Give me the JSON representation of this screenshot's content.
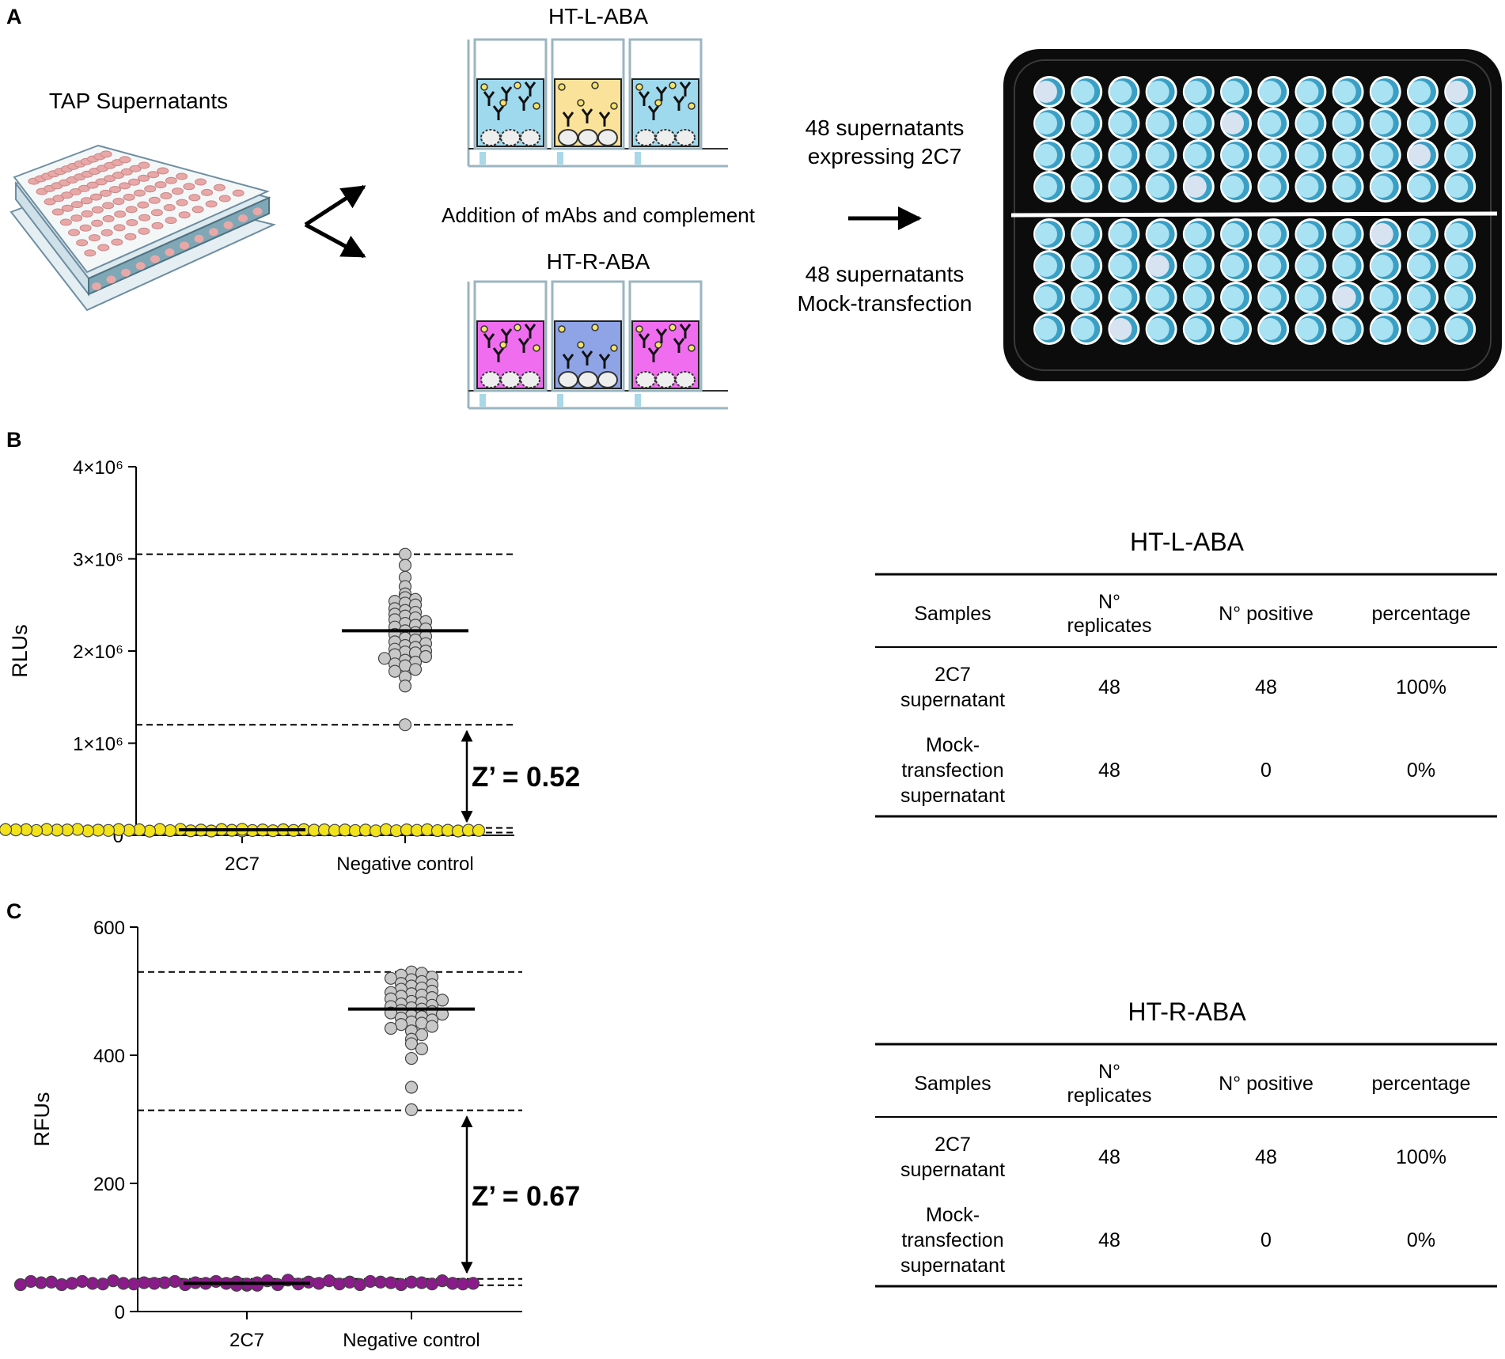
{
  "panel_a": {
    "letter": "A",
    "source_label": "TAP Supernatants",
    "assay_top_label": "HT-L-ABA",
    "assay_bottom_label": "HT-R-ABA",
    "middle_caption": "Addition of mAbs and complement",
    "plate_top_line1": "48 supernatants",
    "plate_top_line2": "expressing 2C7",
    "plate_bottom_line1": "48 supernatants",
    "plate_bottom_line2": "Mock-transfection",
    "colors": {
      "plate_wells": "#e9a8a8",
      "well_blue": "#9fd9ee",
      "well_yellow": "#fbe29a",
      "well_pink": "#f06df0",
      "well_periwinkle": "#8fa4e6",
      "plate_frame": "#000000"
    }
  },
  "panel_b": {
    "letter": "B",
    "z_label": "Z’ = 0.52"
  },
  "panel_c": {
    "letter": "C",
    "z_label": "Z’ = 0.67"
  },
  "chart_data": [
    {
      "type": "scatter",
      "panel": "B",
      "ylabel": "RLUs",
      "ylim": [
        0,
        4000000
      ],
      "yticks": [
        "0",
        "1×10⁶",
        "2×10⁶",
        "3×10⁶",
        "4×10⁶"
      ],
      "categories": [
        "2C7",
        "Negative control"
      ],
      "series": [
        {
          "name": "2C7",
          "color": "#f2e21a",
          "mean": 60000,
          "values": [
            48000,
            52000,
            55000,
            58000,
            62000,
            50000,
            47000,
            65000,
            60000,
            57000,
            53000,
            49000,
            61000,
            64000,
            56000,
            51000,
            59000,
            63000,
            54000,
            46000,
            58000,
            60000,
            52000,
            55000,
            57000,
            62000,
            49000,
            53000,
            61000,
            56000,
            50000,
            48000,
            59000,
            64000,
            54000,
            58000,
            60000,
            57000,
            51000,
            63000,
            55000,
            52000,
            47000,
            61000,
            56000,
            59000,
            53000,
            62000
          ]
        },
        {
          "name": "Negative control",
          "color": "#c8c8c8",
          "mean": 2220000,
          "values": [
            3050000,
            2930000,
            2800000,
            2700000,
            2620000,
            2580000,
            2560000,
            2540000,
            2520000,
            2500000,
            2460000,
            2440000,
            2420000,
            2400000,
            2380000,
            2360000,
            2340000,
            2320000,
            2300000,
            2280000,
            2260000,
            2240000,
            2220000,
            2200000,
            2180000,
            2160000,
            2140000,
            2120000,
            2100000,
            2080000,
            2060000,
            2040000,
            2020000,
            2000000,
            1990000,
            1980000,
            1960000,
            1940000,
            1920000,
            1900000,
            1880000,
            1860000,
            1840000,
            1800000,
            1780000,
            1720000,
            1620000,
            1200000
          ]
        }
      ],
      "dashed_lines": [
        3050000,
        1200000,
        80000,
        30000
      ],
      "z_prime": 0.52
    },
    {
      "type": "scatter",
      "panel": "C",
      "ylabel": "RFUs",
      "ylim": [
        0,
        600
      ],
      "yticks": [
        "0",
        "200",
        "400",
        "600"
      ],
      "categories": [
        "2C7",
        "Negative control"
      ],
      "series": [
        {
          "name": "2C7",
          "color": "#8b1a8b",
          "mean": 44,
          "values": [
            41,
            43,
            45,
            46,
            48,
            44,
            42,
            47,
            49,
            44,
            43,
            45,
            46,
            42,
            41,
            44,
            47,
            48,
            45,
            43,
            44,
            46,
            45,
            42,
            43,
            47,
            44,
            41,
            46,
            48,
            45,
            43,
            42,
            44,
            46,
            47,
            45,
            44,
            43,
            42,
            48,
            46,
            44,
            45,
            43,
            47,
            44,
            42
          ]
        },
        {
          "name": "Negative control",
          "color": "#c8c8c8",
          "mean": 472,
          "values": [
            530,
            528,
            525,
            522,
            520,
            518,
            515,
            512,
            510,
            508,
            505,
            503,
            500,
            498,
            496,
            494,
            492,
            490,
            488,
            486,
            484,
            482,
            480,
            478,
            476,
            474,
            472,
            470,
            468,
            466,
            464,
            462,
            460,
            458,
            455,
            452,
            450,
            448,
            445,
            442,
            438,
            432,
            425,
            418,
            410,
            395,
            350,
            315
          ]
        }
      ],
      "dashed_lines": [
        530,
        314,
        51,
        41
      ],
      "z_prime": 0.67
    }
  ],
  "tables": [
    {
      "title": "HT-L-ABA",
      "headers": [
        "Samples",
        "N°\nreplicates",
        "N° positive",
        "percentage"
      ],
      "rows": [
        [
          "2C7\nsupernatant",
          "48",
          "48",
          "100%"
        ],
        [
          "Mock-\ntransfection\nsupernatant",
          "48",
          "0",
          "0%"
        ]
      ]
    },
    {
      "title": "HT-R-ABA",
      "headers": [
        "Samples",
        "N°\nreplicates",
        "N° positive",
        "percentage"
      ],
      "rows": [
        [
          "2C7\nsupernatant",
          "48",
          "48",
          "100%"
        ],
        [
          "Mock-\ntransfection\nsupernatant",
          "48",
          "0",
          "0%"
        ]
      ]
    }
  ]
}
